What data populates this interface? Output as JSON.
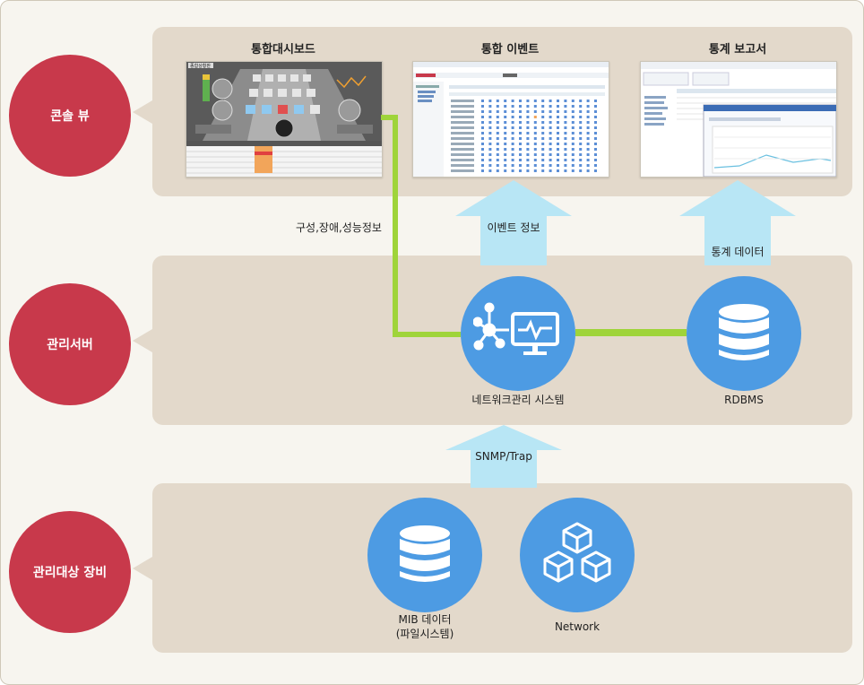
{
  "tiers": {
    "console": "콘솔 뷰",
    "server": "관리서버",
    "target": "관리대상 장비"
  },
  "console_screens": [
    {
      "title": "통합대시보드",
      "thumbnail_caption": "종합상황판"
    },
    {
      "title": "통합 이벤트"
    },
    {
      "title": "통계 보고서"
    }
  ],
  "flows": {
    "config_fault_perf": "구성,장애,성능정보",
    "event_info": "이벤트 정보",
    "stats_data": "통계 데이터",
    "snmp_trap": "SNMP/Trap"
  },
  "nodes": {
    "nms": {
      "label": "네트워크관리 시스템",
      "icon": "network-monitor-icon"
    },
    "rdbms": {
      "label": "RDBMS",
      "icon": "database-icon"
    },
    "mib": {
      "label_line1": "MIB 데이터",
      "label_line2": "(파일시스템)",
      "icon": "database-icon"
    },
    "network": {
      "label": "Network",
      "icon": "cubes-icon"
    }
  },
  "colors": {
    "tier_circle": "#c8394b",
    "panel": "#e3d9cb",
    "node": "#4d9be3",
    "arrow": "#b8e6f5",
    "link": "#9fd43a"
  }
}
